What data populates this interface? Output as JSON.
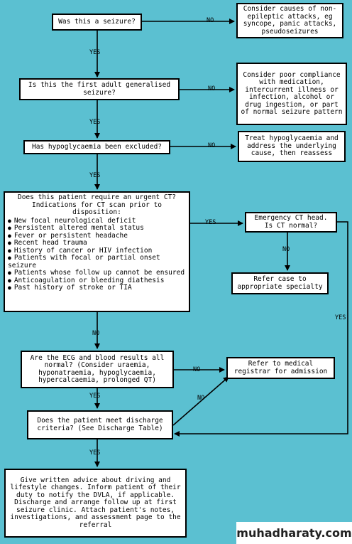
{
  "nodes": {
    "q1": "Was this a seizure?",
    "r1": "Consider causes of non-epileptic attacks, eg syncope, panic attacks, pseudoseizures",
    "q2": "Is this the first adult generalised seizure?",
    "r2": "Consider poor compliance with medication, intercurrent illness or infection, alcohol or drug ingestion, or part of normal seizure pattern",
    "q3": "Has hypoglycaemia been excluded?",
    "r3": "Treat hypoglycaemia and address the underlying cause, then reassess",
    "q4_title": "Does this patient require an urgent CT? Indications for CT scan prior to disposition:",
    "q4_items": [
      "New focal neurological deficit",
      "Persistent altered mental status",
      "Fever or persistent headache",
      "Recent head trauma",
      "History of cancer or HIV infection",
      "Patients with focal or partial onset seizure",
      "Patients whose follow up cannot be ensured",
      "Anticoagulation or bleeding diathesis",
      "Past history of stroke or TIA"
    ],
    "ct": "Emergency CT head. Is CT normal?",
    "refer_spec": "Refer case to appropriate specialty",
    "q5": "Are the ECG and blood results all normal? (Consider uraemia, hyponatraemia, hypoglycaemia, hypercalcaemia, prolonged QT)",
    "refer_med": "Refer to medical registrar for admission",
    "q6": "Does the patient meet discharge criteria? (See Discharge Table)",
    "final": "Give written advice about driving and lifestyle changes. Inform patient of their duty to notify the DVLA, if applicable. Discharge and arrange follow up at first seizure clinic. Attach patient's notes, investigations, and assessment page to the referral"
  },
  "labels": {
    "yes": "YES",
    "no": "NO"
  },
  "watermark": "muhadharaty.com"
}
